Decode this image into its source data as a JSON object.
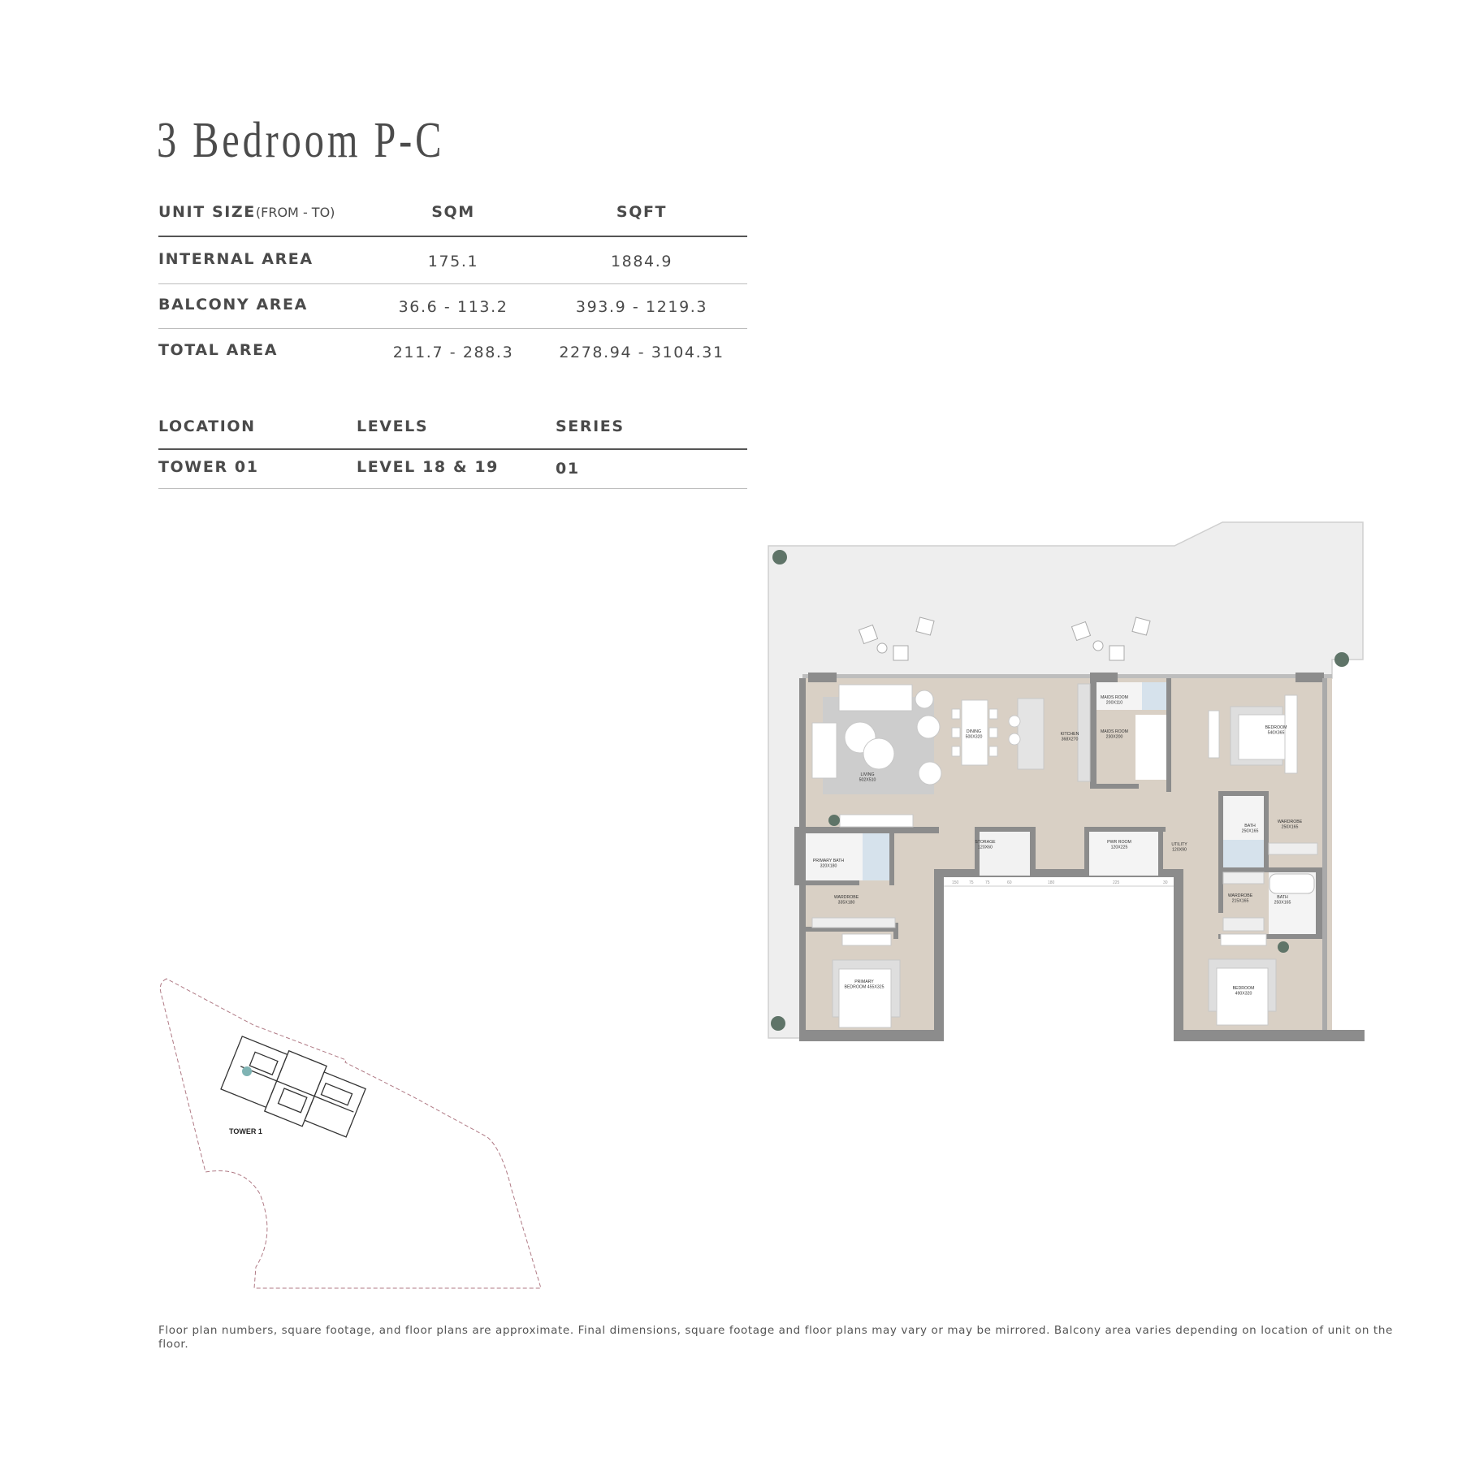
{
  "title": "3 Bedroom P-C",
  "unit_table": {
    "header": {
      "label": "UNIT SIZE",
      "label_suffix": "(FROM - TO)",
      "sqm": "SQM",
      "sqft": "SQFT"
    },
    "rows": [
      {
        "label": "INTERNAL AREA",
        "sqm": "175.1",
        "sqft": "1884.9"
      },
      {
        "label": "BALCONY AREA",
        "sqm": "36.6 - 113.2",
        "sqft": "393.9 - 1219.3"
      },
      {
        "label": "TOTAL AREA",
        "sqm": "211.7 - 288.3",
        "sqft": "2278.94 - 3104.31"
      }
    ]
  },
  "location_table": {
    "header": {
      "location": "LOCATION",
      "levels": "LEVELS",
      "series": "SERIES"
    },
    "row": {
      "location": "TOWER 01",
      "levels": "LEVEL 18 & 19",
      "series": "01"
    }
  },
  "floor_plan": {
    "rooms": [
      {
        "name": "LIVING",
        "size": "502X510"
      },
      {
        "name": "DINING",
        "size": "500X320"
      },
      {
        "name": "KITCHEN",
        "size": "368X270"
      },
      {
        "name": "MAIDS ROOM",
        "size": "200X110"
      },
      {
        "name": "MAIDS ROOM",
        "size": "230X200"
      },
      {
        "name": "BEDROOM",
        "size": "540X365"
      },
      {
        "name": "PRIMARY BATH",
        "size": "320X180"
      },
      {
        "name": "STORAGE",
        "size": "120X60"
      },
      {
        "name": "PWR ROOM",
        "size": "120X225"
      },
      {
        "name": "UTILITY",
        "size": "120X90"
      },
      {
        "name": "BATH",
        "size": "250X165"
      },
      {
        "name": "WARDROBE",
        "size": "250X165"
      },
      {
        "name": "WARDROBE",
        "size": "335X180"
      },
      {
        "name": "WARDROBE",
        "size": "215X165"
      },
      {
        "name": "BATH",
        "size": "250X165"
      },
      {
        "name": "PRIMARY",
        "size": "BEDROOM 455X325"
      },
      {
        "name": "BEDROOM",
        "size": "490X320"
      }
    ],
    "dimensions": [
      "150",
      "75",
      "75",
      "60",
      "180",
      "225",
      "30"
    ],
    "colors": {
      "floor": "#d9d0c5",
      "wall": "#8c8c8c",
      "balcony": "#eeeeee",
      "rug": "#cfcfcf"
    }
  },
  "site_plan": {
    "tower_label": "TOWER 1",
    "highlight_color": "#7fb3b3",
    "boundary_color": "#b07a85"
  },
  "disclaimer": "Floor plan numbers, square footage, and floor plans are approximate. Final dimensions, square footage and floor plans may vary or may be mirrored. Balcony area varies depending on location of unit on the floor."
}
